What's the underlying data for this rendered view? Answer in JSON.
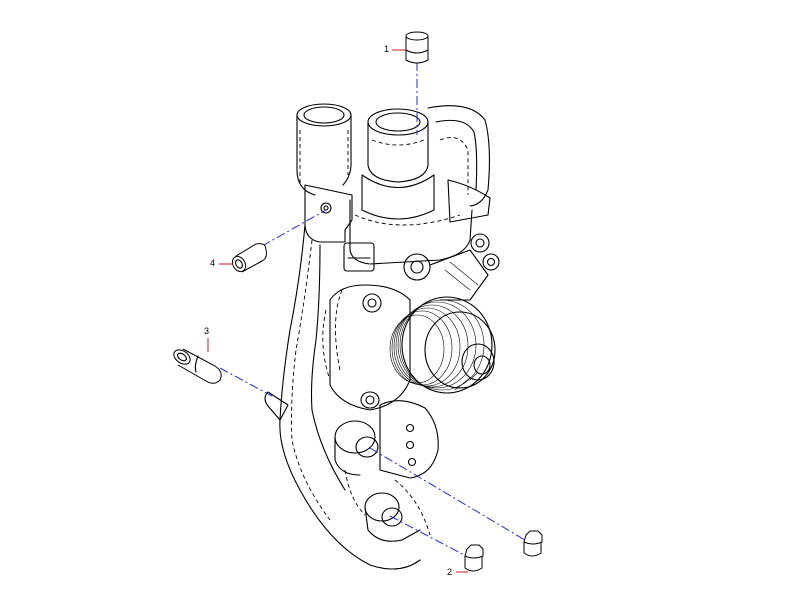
{
  "callouts": [
    {
      "id": "1",
      "label": "1"
    },
    {
      "id": "2",
      "label": "2"
    },
    {
      "id": "3",
      "label": "3"
    },
    {
      "id": "4",
      "label": "4"
    }
  ],
  "colors": {
    "leader": "#d01818",
    "axis": "#1a2fd6",
    "line": "#000000"
  }
}
